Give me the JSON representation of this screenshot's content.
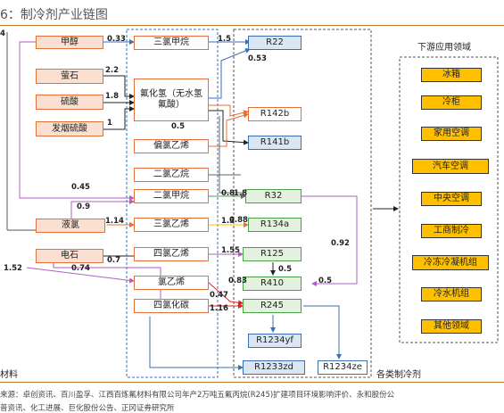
{
  "title": "6：制冷剂产业链图",
  "nodes": {
    "jiachun": "甲醇",
    "yingshi": "萤石",
    "liusuan": "硫酸",
    "fayan": "发烟硫酸",
    "hf": "氟化氢（无水氢氟酸）",
    "yelv": "液氯",
    "dianshi": "电石",
    "sanlvjiawan": "三氯甲烷",
    "pianlvyixi": "偏氯乙烯",
    "erlvyiwan": "二氯乙烷",
    "erlvjiawan": "二氯甲烷",
    "sanlvyixi": "三氯乙烯",
    "silvyixi": "四氯乙烯",
    "lvyixi": "氯乙烯",
    "silvhuatan": "四氯化碳",
    "r22": "R22",
    "r142b": "R142b",
    "r141b": "R141b",
    "r32": "R32",
    "r134a": "R134a",
    "r125": "R125",
    "r410": "R410",
    "r245": "R245",
    "r1234yf": "R1234yf",
    "r1233zd": "R1233zd",
    "r1234ze": "R1234ze"
  },
  "apps": {
    "header": "下游应用领域",
    "items": [
      "冰箱",
      "冷柜",
      "家用空调",
      "汽车空调",
      "中央空调",
      "工商制冷",
      "冷冻冷凝机组",
      "冷水机组",
      "其他领域"
    ]
  },
  "labels": {
    "l033": "0.33",
    "l15": "1.5",
    "l053": "0.53",
    "l22": "2.2",
    "l18a": "1.8",
    "l1": "1",
    "l05a": "0.5",
    "l045": "0.45",
    "l09": "0.9",
    "l08": "0.8",
    "l18b": "1.8",
    "l114": "1.14",
    "l13": "1.3",
    "l088": "0.88",
    "l092": "0.92",
    "l155": "1.55",
    "l07": "0.7",
    "l152": "1.52",
    "l074": "0.74",
    "l05b": "0.5",
    "l083": "0.83",
    "l05c": "0.5",
    "l047": "0.47",
    "l116": "1.16",
    "l4": "4"
  },
  "captions": {
    "left": "材料",
    "right": "各类制冷剂"
  },
  "source": {
    "line1": "来源：卓创资讯、百川盈孚、江西百炼氟材料有限公司年产2万吨五氟丙烷(R245)扩建项目环境影响评价、永和股份公",
    "line2": "普资讯、化工进展、巨化股份公告、正冈证券研究所"
  },
  "colors": {
    "raw_border": "#e46f3a",
    "blue": "#3a6fb5",
    "green": "#49a046",
    "purple": "#b05ec2",
    "red": "#e02020",
    "gray": "#666666",
    "app_fill": "#ffc000"
  }
}
